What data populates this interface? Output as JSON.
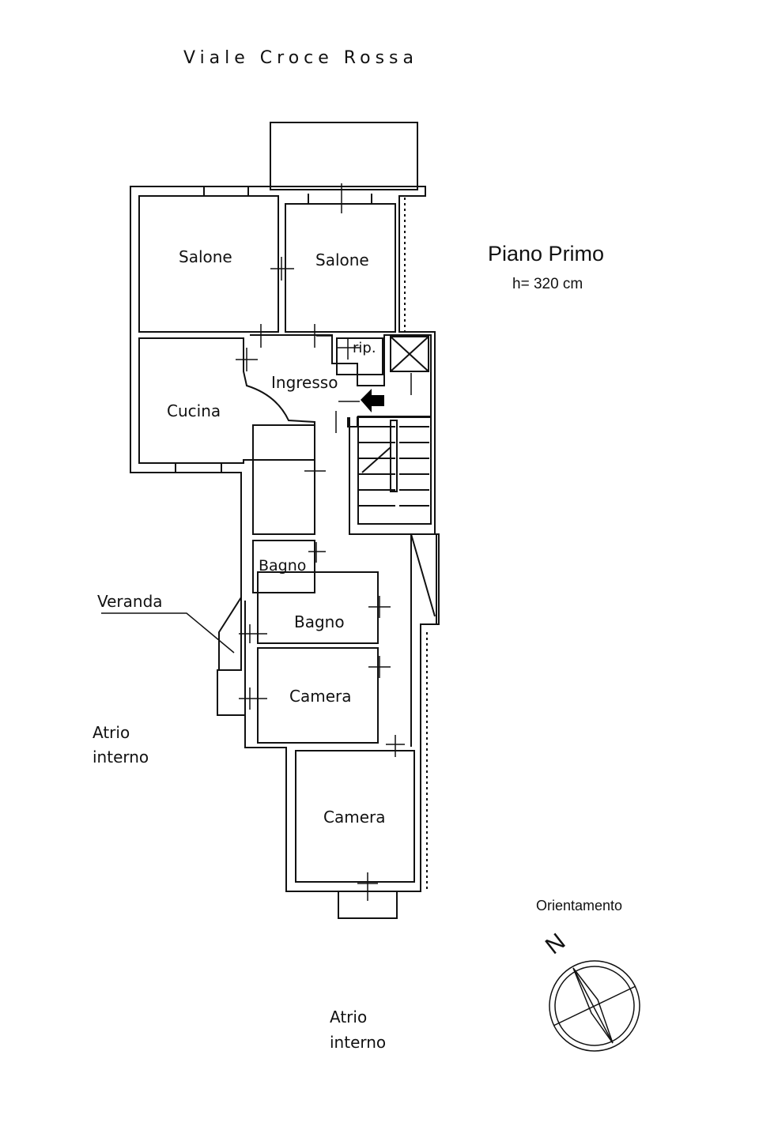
{
  "street": "Viale Croce Rossa",
  "title": "Piano Primo",
  "height": "h= 320 cm",
  "orientation_label": "Orientamento",
  "compass_letter": "N",
  "rooms": {
    "salone_left": "Salone",
    "salone_right": "Salone",
    "rip": "rip.",
    "ingresso": "Ingresso",
    "cucina": "Cucina",
    "bagno_small": "Bagno",
    "bagno": "Bagno",
    "camera_1": "Camera",
    "camera_2": "Camera"
  },
  "veranda": "Veranda",
  "atrio_side": {
    "line1": "Atrio",
    "line2": "interno"
  },
  "atrio_bottom": {
    "line1": "Atrio",
    "line2": "interno"
  }
}
